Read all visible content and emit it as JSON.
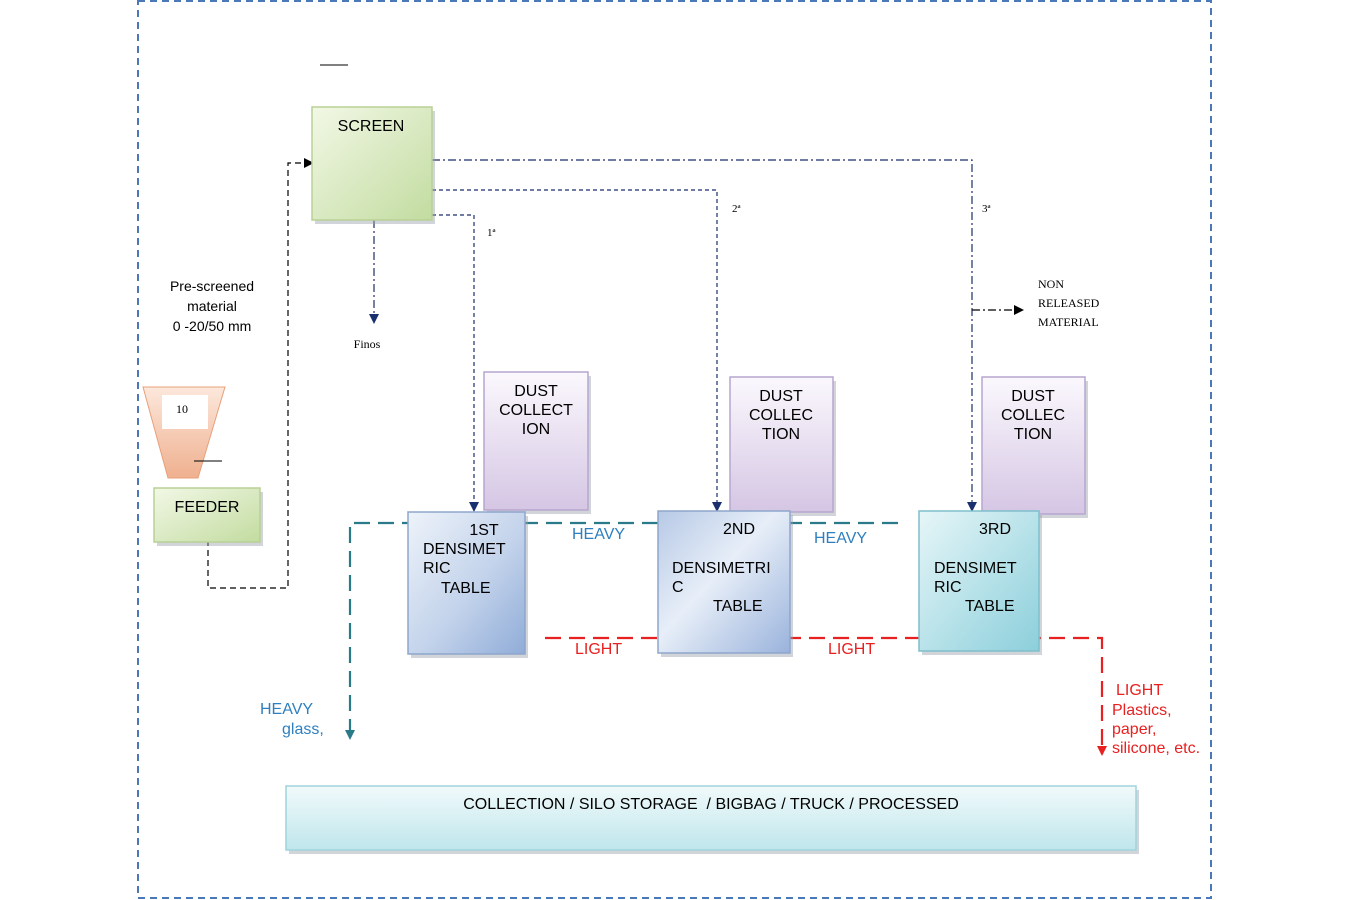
{
  "frame": {
    "border_color": "#4a78b8"
  },
  "screen": {
    "label": "SCREEN"
  },
  "feeder": {
    "label": "FEEDER"
  },
  "hopper": {
    "value": "10"
  },
  "prescreened": {
    "lines": [
      "Pre-screened",
      "material",
      "0 -20/50 mm"
    ]
  },
  "fines": {
    "label": "Finos"
  },
  "outputs": {
    "first": "1ª",
    "second": "2ª",
    "third": "3ª"
  },
  "non_released": {
    "lines": [
      "NON",
      "RELEASED",
      "MATERIAL"
    ]
  },
  "dust": [
    {
      "lines": [
        "DUST",
        "COLLECT",
        "ION"
      ]
    },
    {
      "lines": [
        "DUST",
        "COLLEC",
        "TION"
      ]
    },
    {
      "lines": [
        "DUST",
        "COLLEC",
        "TION"
      ]
    }
  ],
  "tables": [
    {
      "lines": [
        "1ST",
        "DENSIMET",
        "RIC",
        "TABLE"
      ]
    },
    {
      "lines": [
        "2ND",
        "DENSIMETRI",
        "C",
        "TABLE"
      ]
    },
    {
      "lines": [
        "3RD",
        "DENSIMET",
        "RIC",
        "TABLE"
      ]
    }
  ],
  "heavy_labels": [
    "HEAVY",
    "HEAVY"
  ],
  "heavy_out": {
    "lines": [
      "HEAVY",
      "glass,"
    ]
  },
  "light_labels": [
    "LIGHT",
    "LIGHT"
  ],
  "light_out": {
    "lines": [
      "LIGHT",
      "Plastics,",
      "paper,",
      "silicone, etc."
    ]
  },
  "collection": {
    "label": "COLLECTION / SILO STORAGE  / BIGBAG / TRUCK / PROCESSED"
  },
  "colors": {
    "heavy": "#2a7a8a",
    "heavy_text": "#2e7fc0",
    "light": "#e82020",
    "flow": "#1a2f6e"
  }
}
